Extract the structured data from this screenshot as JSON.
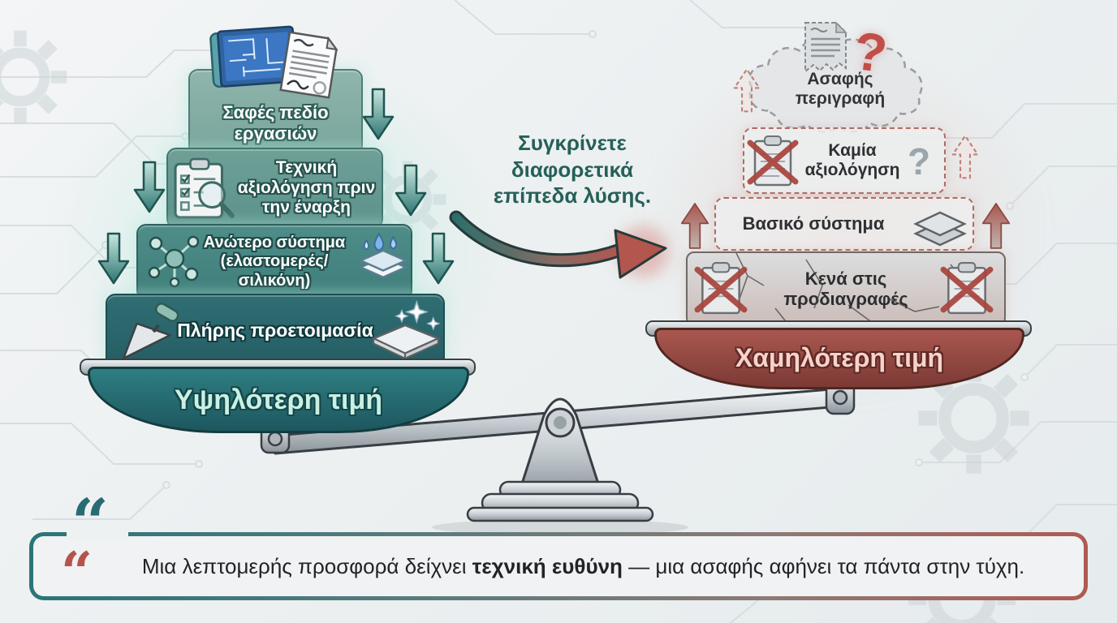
{
  "colors": {
    "teal": "#2b7478",
    "red": "#b05a52"
  },
  "left_pan": {
    "tiers": [
      {
        "label": "Σαφές πεδίο εργασιών"
      },
      {
        "label": "Τεχνική αξιολόγηση πριν την έναρξη"
      },
      {
        "label": "Ανώτερο σύστημα (ελαστομερές/σιλικόνη)"
      },
      {
        "label": "Πλήρης προετοιμασία"
      }
    ],
    "label": "Υψηλότερη τιμή"
  },
  "center": {
    "heading": "Συγκρίνετε διαφορετικά επίπεδα λύσης."
  },
  "right_pan": {
    "cloud_label": "Ασαφής περιγραφή",
    "cloud_question": "?",
    "tier_question": "?",
    "tiers": [
      {
        "label": "Καμία αξιολόγηση"
      },
      {
        "label": "Βασικό σύστημα"
      },
      {
        "label": "Κενά στις προδιαγραφές"
      }
    ],
    "label": "Χαμηλότερη τιμή"
  },
  "quote": {
    "mark": "“",
    "prefix": "Μια λεπτομερής προσφορά δείχνει ",
    "bold": "τεχνική ευθύνη",
    "suffix": " — μια ασαφής αφήνει τα πάντα στην τύχη."
  }
}
